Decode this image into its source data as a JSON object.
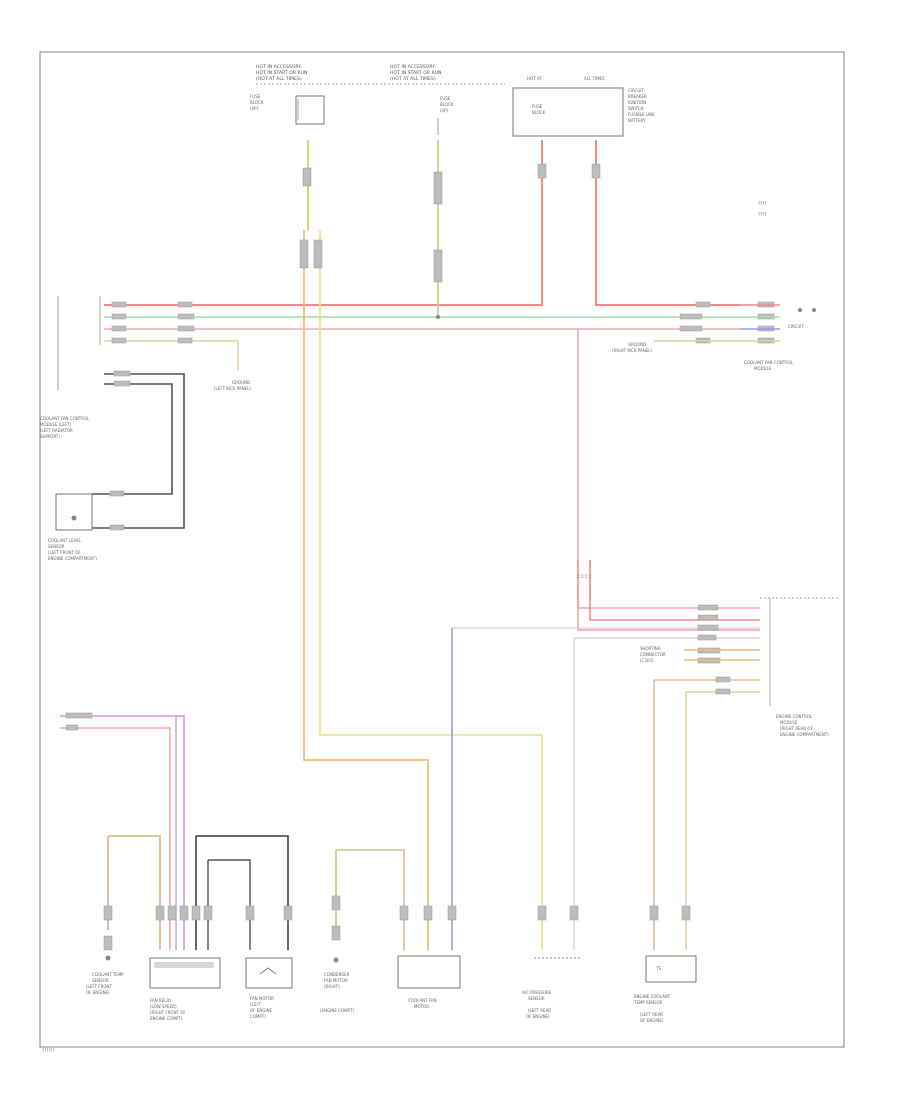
{
  "diagram": {
    "footer_ref": "??????",
    "components": [
      {
        "id": "ecu_top_left",
        "label": [
          "HOT IN ACCESSORY,",
          "HOT IN START OR RUN",
          "(HOT AT ALL TIMES)"
        ]
      },
      {
        "id": "ecu_top_mid",
        "label": [
          "HOT IN ACCESSORY,",
          "HOT IN START OR RUN",
          "(HOT AT ALL TIMES)"
        ]
      },
      {
        "id": "fuse_left",
        "label": [
          "FUSE",
          "BLOCK",
          "(I/P)"
        ]
      },
      {
        "id": "fuse_mid",
        "label": [
          "FUSE",
          "BLOCK",
          "(I/P)"
        ]
      },
      {
        "id": "fuse_box_right",
        "label": [
          "HOT AT",
          "ALL TIMES",
          "FUSE",
          "BLOCK"
        ]
      },
      {
        "id": "ground_left",
        "label": [
          "GROUND",
          "(LEFT KICK PANEL)"
        ]
      },
      {
        "id": "ground_right",
        "label": [
          "GROUND",
          "(RIGHT KICK PANEL)"
        ]
      },
      {
        "id": "ecu_right",
        "label": [
          "COOLANT FAN CONTROL",
          "MODULE"
        ]
      },
      {
        "id": "switch_left",
        "label": [
          "COOLANT FAN CONTROL",
          "MODULE (LEFT)"
        ]
      },
      {
        "id": "sensor_left",
        "label": [
          "COOLANT LEVEL",
          "SENSOR"
        ]
      },
      {
        "id": "engine_ctrl",
        "label": [
          "ENGINE CONTROL",
          "MODULE"
        ]
      },
      {
        "id": "bottom_1",
        "label": [
          "COOLANT TEMP",
          "SENSOR"
        ]
      },
      {
        "id": "bottom_2",
        "label": [
          "FAN RELAY",
          "(LOW SPEED)"
        ]
      },
      {
        "id": "bottom_3",
        "label": [
          "FAN MOTOR"
        ]
      },
      {
        "id": "bottom_4",
        "label": [
          "CONDENSER",
          "FAN MOTOR",
          "(RIGHT)"
        ]
      },
      {
        "id": "bottom_5",
        "label": [
          "COOLANT FAN",
          "MOTOR"
        ]
      },
      {
        "id": "bottom_6",
        "label": [
          "A/C PRESSURE",
          "SENSOR"
        ]
      },
      {
        "id": "bottom_7",
        "label": [
          "ENGINE COOLANT",
          "TEMP SENSOR"
        ]
      }
    ],
    "legend": [
      "????",
      "????"
    ],
    "colors": {
      "red": "#f08a8a",
      "pink": "#f5a6b0",
      "green": "#a8dca8",
      "yellow": "#e8e27a",
      "orange": "#f4b266",
      "tan": "#d8c08a",
      "blue": "#9a9af0",
      "magenta": "#e68ae6",
      "gray": "#888888",
      "dark": "#555555",
      "frame": "#9a9a9a"
    }
  }
}
